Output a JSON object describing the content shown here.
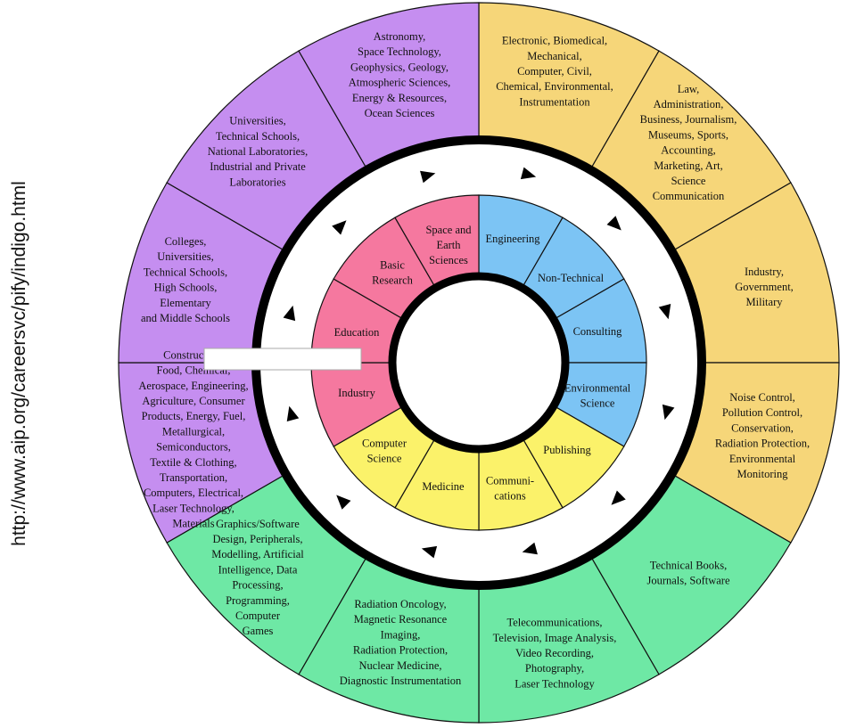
{
  "side_label": "http://www.aip.org/careersvc/pify/indigo.html",
  "colors": {
    "purple": "#c58ef0",
    "yellow": "#f6d679",
    "green": "#6ee8a5",
    "pink": "#f5789f",
    "inner_yellow": "#fbf26a",
    "blue": "#7cc4f4"
  },
  "outer_segments": [
    {
      "color": "yellow",
      "label": "Electronic, Biomedical,\nMechanical,\nComputer, Civil,\nChemical, Environmental,\nInstrumentation"
    },
    {
      "color": "yellow",
      "label": "Law,\nAdministration,\nBusiness, Journalism,\nMuseums, Sports,\nAccounting,\nMarketing, Art,\nScience\nCommunication"
    },
    {
      "color": "yellow",
      "label": "Industry,\nGovernment,\nMilitary"
    },
    {
      "color": "yellow",
      "label": "Noise Control,\nPollution Control,\nConservation,\nRadiation Protection,\nEnvironmental\nMonitoring"
    },
    {
      "color": "green",
      "label": "Technical Books,\nJournals, Software"
    },
    {
      "color": "green",
      "label": "Telecommunications,\nTelevision, Image Analysis,\nVideo Recording,\nPhotography,\nLaser Technology"
    },
    {
      "color": "green",
      "label": "Radiation Oncology,\nMagnetic Resonance\nImaging,\nRadiation Protection,\nNuclear Medicine,\nDiagnostic Instrumentation"
    },
    {
      "color": "green",
      "label": "Graphics/Software\nDesign, Peripherals,\nModelling, Artificial\nIntelligence, Data\nProcessing,\nProgramming,\nComputer\nGames"
    },
    {
      "color": "purple",
      "label": "Construction,\nFood, Chemical,\nAerospace, Engineering,\nAgriculture, Consumer\nProducts, Energy, Fuel,\nMetallurgical,\nSemiconductors,\nTextile & Clothing,\nTransportation,\nComputers, Electrical,\nLaser Technology,\nMaterials"
    },
    {
      "color": "purple",
      "label": "Colleges,\nUniversities,\nTechnical Schools,\nHigh Schools,\nElementary\nand Middle Schools"
    },
    {
      "color": "purple",
      "label": "Universities,\nTechnical Schools,\nNational Laboratories,\nIndustrial and Private\nLaboratories"
    },
    {
      "color": "purple",
      "label": "Astronomy,\nSpace Technology,\nGeophysics, Geology,\nAtmospheric Sciences,\nEnergy & Resources,\nOcean Sciences"
    }
  ],
  "inner_segments": [
    {
      "color": "blue",
      "label": "Engineering"
    },
    {
      "color": "blue",
      "label": "Non-Technical"
    },
    {
      "color": "blue",
      "label": "Consulting"
    },
    {
      "color": "blue",
      "label": "Environmental\nScience"
    },
    {
      "color": "inner_yellow",
      "label": "Publishing"
    },
    {
      "color": "inner_yellow",
      "label": "Communi-\ncations"
    },
    {
      "color": "inner_yellow",
      "label": "Medicine"
    },
    {
      "color": "inner_yellow",
      "label": "Computer\nScience"
    },
    {
      "color": "pink",
      "label": "Industry"
    },
    {
      "color": "pink",
      "label": "Education"
    },
    {
      "color": "pink",
      "label": "Basic\nResearch"
    },
    {
      "color": "pink",
      "label": "Space and\nEarth\nSciences"
    }
  ]
}
